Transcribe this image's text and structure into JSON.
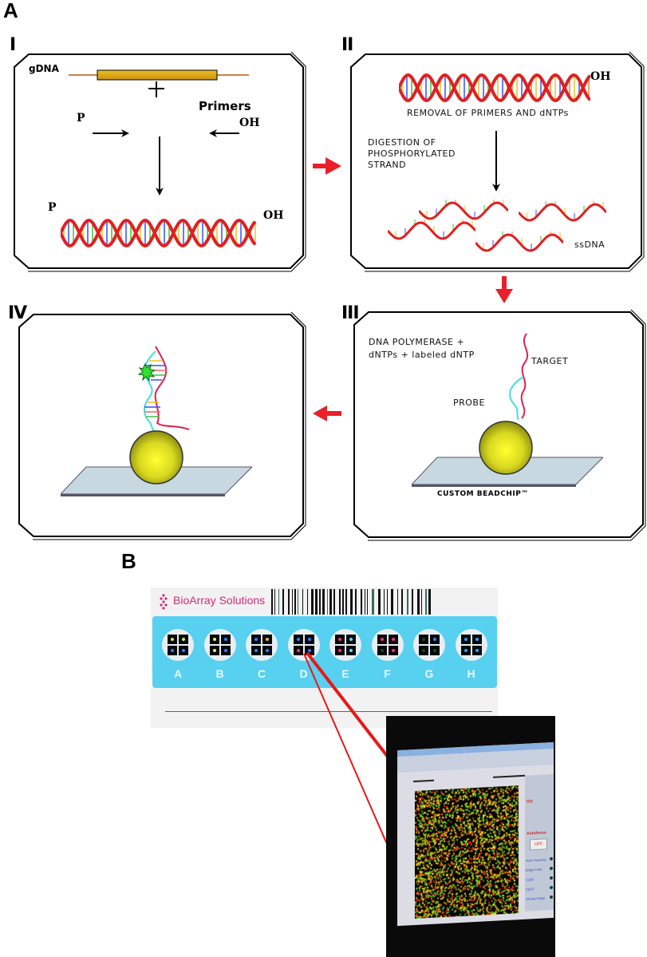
{
  "figure": {
    "section_a_label": "A",
    "section_b_label": "B"
  },
  "panels": {
    "I": {
      "numeral": "I",
      "gdna_label": "gDNA",
      "plus": "+",
      "primers_label": "Primers",
      "left_primer_end": "P",
      "right_primer_end": "OH",
      "product_left_end": "P",
      "product_right_end": "OH"
    },
    "II": {
      "numeral": "II",
      "dsdna_end": "OH",
      "removal_text": "REMOVAL OF PRIMERS AND dNTPs",
      "digestion_lines": [
        "DIGESTION OF",
        "PHOSPHORYLATED",
        "STRAND"
      ],
      "ssdna_label": "ssDNA"
    },
    "III": {
      "numeral": "III",
      "reagent_lines": [
        "DNA POLYMERASE +",
        "dNTPs + labeled dNTP"
      ],
      "target_label": "TARGET",
      "probe_label": "PROBE",
      "chip_label": "CUSTOM BEADCHIP™"
    },
    "IV": {
      "numeral": "IV"
    }
  },
  "flow_arrows": [
    {
      "from": "I",
      "to": "II",
      "direction": "right"
    },
    {
      "from": "II",
      "to": "III",
      "direction": "down"
    },
    {
      "from": "III",
      "to": "IV",
      "direction": "left"
    }
  ],
  "beadchip_photo": {
    "brand": "BioArray Solutions",
    "wells": [
      {
        "label": "A",
        "dots": [
          "#c8f060",
          "#c8f060",
          "#3a7cff",
          "#3a7cff"
        ]
      },
      {
        "label": "B",
        "dots": [
          "#f0f060",
          "#3a7cff",
          "#f0f060",
          "#3a7cff"
        ]
      },
      {
        "label": "C",
        "dots": [
          "#3a7cff",
          "#f0b060",
          "#3a7cff",
          "#3a7cff"
        ]
      },
      {
        "label": "D",
        "dots": [
          "#3a7cff",
          "#3a7cff",
          "#ff3080",
          "#3a7cff"
        ]
      },
      {
        "label": "E",
        "dots": [
          "#ff3080",
          "#60e0ff",
          "#ff3080",
          "#60e0ff"
        ]
      },
      {
        "label": "F",
        "dots": [
          "#ff3080",
          "#ff3080",
          "#224422",
          "#ff3080"
        ]
      },
      {
        "label": "G",
        "dots": [
          "#224422",
          "#3a7cff",
          "#224422",
          "#224422"
        ]
      },
      {
        "label": "H",
        "dots": [
          "#3a9cff",
          "#3a9cff",
          "#3a9cff",
          "#3a9cff"
        ]
      }
    ],
    "highlighted_well": "D"
  },
  "scanner_screen": {
    "focus_button": "GO",
    "autofocus_label": "Autofocus",
    "autofocus_state": "OFF",
    "status_items": [
      "Auto Focusing",
      "Bright Field",
      "Cy3B",
      "Cy5.5",
      "Saving Image"
    ]
  },
  "colors": {
    "flow_arrow": "#e8202a",
    "dna_strand": "#e02020",
    "probe_strand": "#40e0e0",
    "bead": "#d8d820",
    "chip_slide": "#c8d8e0",
    "beadchip_blue": "#58d0f0",
    "brand_pink": "#d8287a",
    "zoom_line": "#e81818"
  }
}
